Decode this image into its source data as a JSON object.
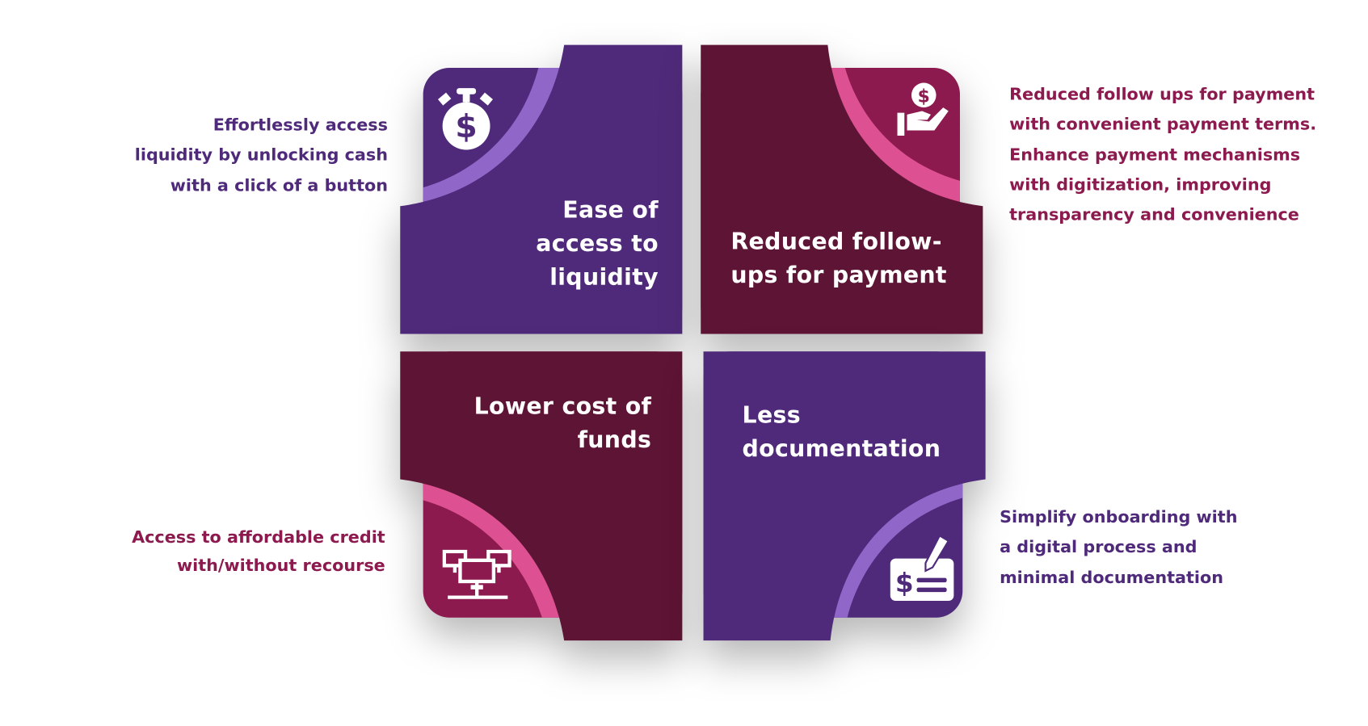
{
  "colors": {
    "purple": "#4f2a7a",
    "purple_light": "#9066c8",
    "maroon": "#5e1434",
    "magenta": "#8c1a4e",
    "pink": "#dd5092"
  },
  "quadrants": [
    {
      "title_lines": [
        "Ease of",
        "access to",
        "liquidity"
      ],
      "description_lines": [
        "Effortlessly access",
        "liquidity by unlocking cash",
        "with a click of a button"
      ],
      "icon": "money-bag-dollar-icon"
    },
    {
      "title_lines": [
        "Reduced follow-",
        "ups for payment"
      ],
      "description_lines": [
        "Reduced follow ups for payment",
        "with convenient payment terms.",
        "Enhance payment mechanisms",
        "with digitization, improving",
        "transparency and convenience"
      ],
      "icon": "hand-coin-dollar-icon"
    },
    {
      "title_lines": [
        "Lower cost of",
        "funds"
      ],
      "description_lines": [
        "Access to affordable credit",
        "with/without recourse"
      ],
      "icon": "network-computers-icon"
    },
    {
      "title_lines": [
        "Less",
        "documentation"
      ],
      "description_lines": [
        "Simplify onboarding with",
        "a digital process and",
        "minimal documentation"
      ],
      "icon": "cheque-signature-icon"
    }
  ]
}
